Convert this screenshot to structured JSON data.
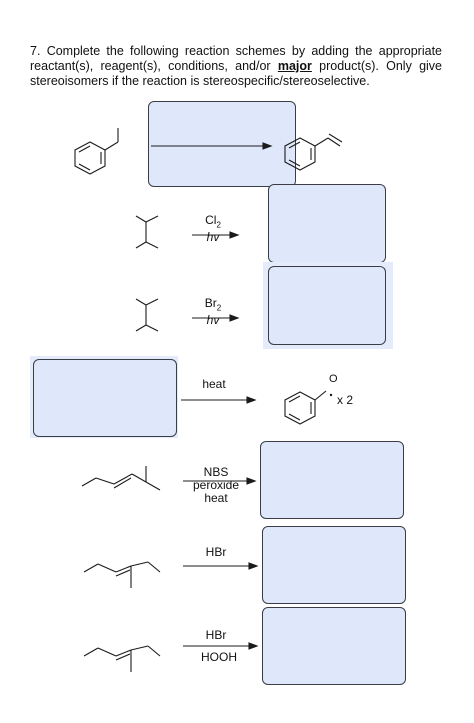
{
  "question": {
    "number": "7.",
    "text_before": "Complete the following reaction schemes by adding the appropriate reactant(s), reagent(s), conditions, and/or ",
    "emphasis": "major",
    "text_after": " product(s). Only give stereoisomers if the reaction is stereospecific/stereoselective."
  },
  "reactions": [
    {
      "id": 1,
      "reagent_above": "",
      "reagent_below": ""
    },
    {
      "id": 2,
      "reagent_above": "Cl2",
      "reagent_below": "hv"
    },
    {
      "id": 3,
      "reagent_above": "Br2",
      "reagent_below": "hv"
    },
    {
      "id": 4,
      "reagent_above": "heat",
      "reagent_below": "",
      "product_oxygen": "O",
      "product_multiplier": "x 2"
    },
    {
      "id": 5,
      "reagent_above": "NBS",
      "reagent_mid": "peroxide",
      "reagent_below": "heat"
    },
    {
      "id": 6,
      "reagent_above": "HBr",
      "reagent_below": ""
    },
    {
      "id": 7,
      "reagent_above": "HBr",
      "reagent_below": "HOOH"
    }
  ]
}
